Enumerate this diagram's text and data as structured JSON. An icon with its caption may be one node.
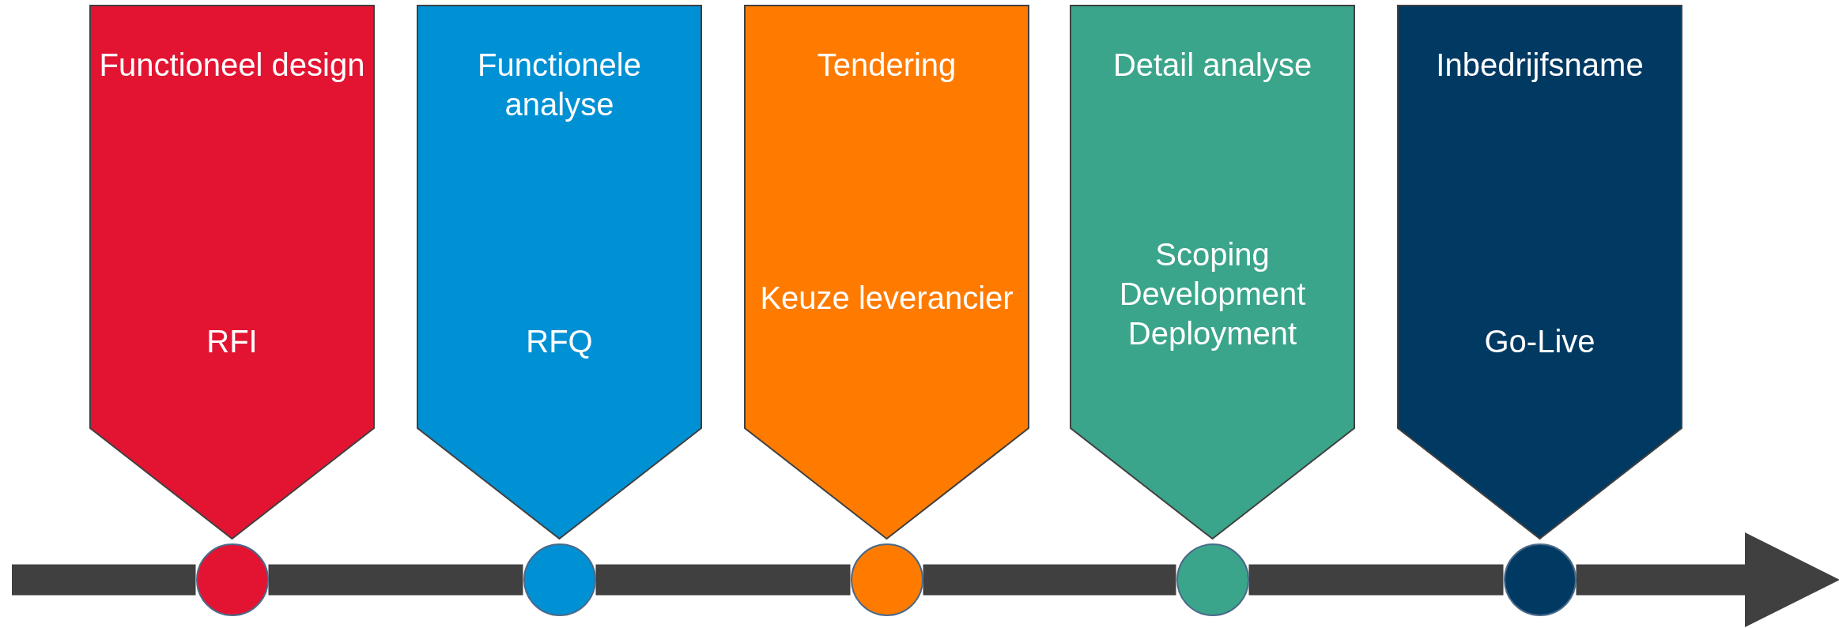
{
  "diagram": {
    "nodes": [
      {
        "text": [
          "Functioneel design",
          "RFI"
        ]
      },
      {
        "text": [
          "Functionele analyse",
          "RFQ"
        ]
      },
      {
        "text": [
          "Tendering",
          "Keuze leverancier"
        ]
      },
      {
        "text": [
          "Detail analyse",
          "Scoping Development Deployment"
        ]
      },
      {
        "text": [
          "Inbedrijfsname",
          "Go-Live"
        ]
      },
      {
        "text": [],
        "shape": "circle"
      },
      {
        "text": [],
        "shape": "circle"
      },
      {
        "text": [],
        "shape": "circle"
      },
      {
        "text": [],
        "shape": "circle"
      },
      {
        "text": [],
        "shape": "circle"
      }
    ],
    "edges": [
      {
        "from": null,
        "to": 5,
        "arrow": "none"
      },
      {
        "from": 5,
        "to": 6,
        "arrow": "none"
      },
      {
        "from": 6,
        "to": 7,
        "arrow": "none"
      },
      {
        "from": 7,
        "to": 8,
        "arrow": "none"
      },
      {
        "from": 8,
        "to": 9,
        "arrow": "none"
      },
      {
        "from": 9,
        "to": null,
        "arrow": "to"
      }
    ]
  }
}
